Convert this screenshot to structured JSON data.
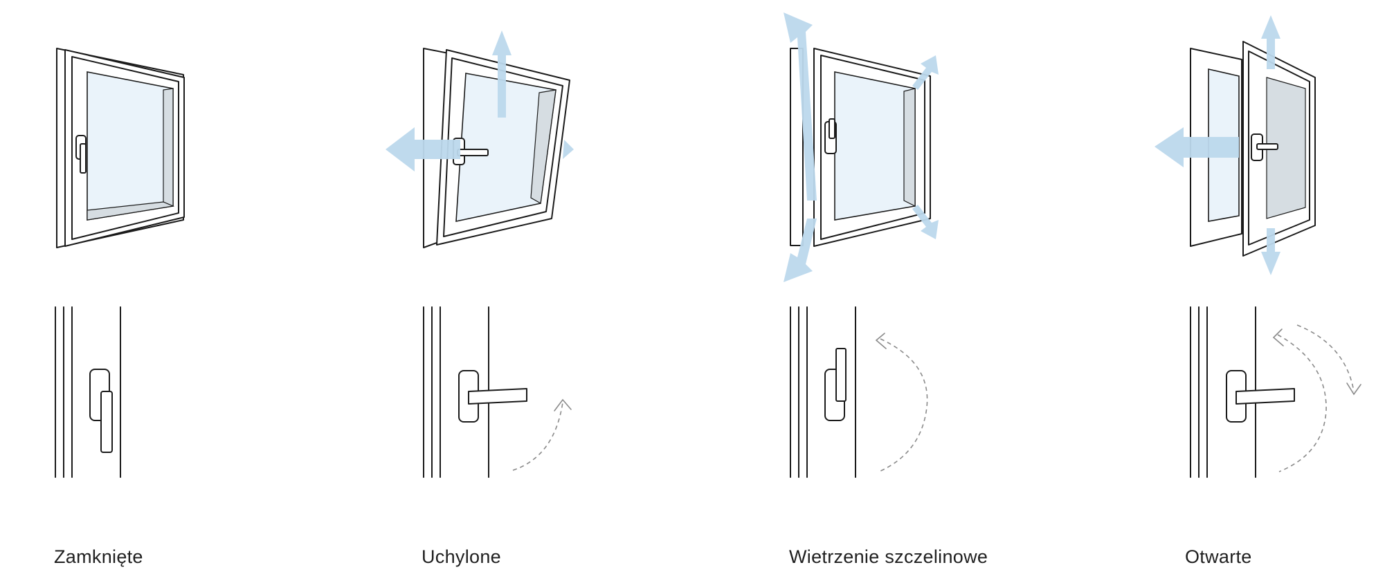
{
  "states": [
    {
      "label": "Zamknięte"
    },
    {
      "label": "Uchylone"
    },
    {
      "label": "Wietrzenie szczelinowe"
    },
    {
      "label": "Otwarte"
    }
  ],
  "colors": {
    "airflow_arrow": "#bcd8ec",
    "glass": "#eaf3fa",
    "outline": "#1a1a1a",
    "motion_path": "#8a8a8a"
  }
}
